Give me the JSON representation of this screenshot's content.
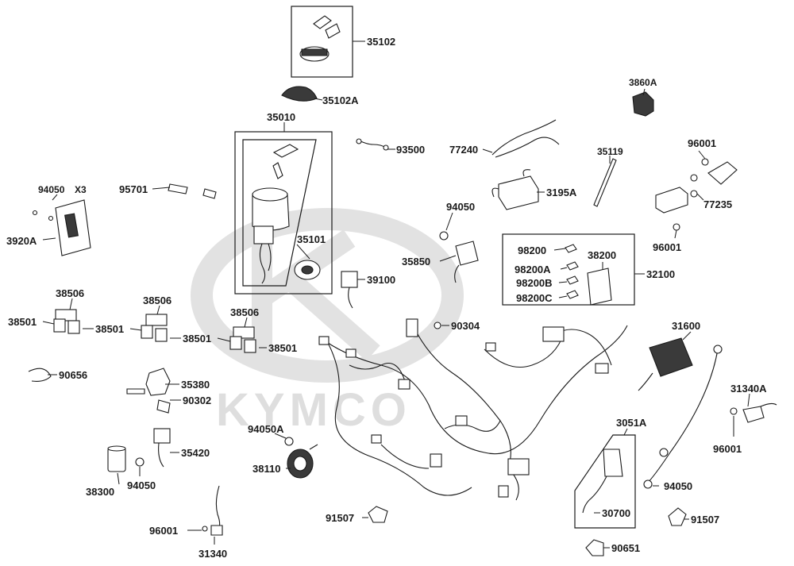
{
  "watermark": {
    "brand_text": "KYMCO"
  },
  "labels": {
    "p35102": "35102",
    "p35102A": "35102A",
    "p3860A": "3860A",
    "p35010": "35010",
    "p93500": "93500",
    "p77240": "77240",
    "p35119": "35119",
    "p96001_a": "96001",
    "p94050x3": "94050",
    "x3": "X3",
    "p95701": "95701",
    "p3195A": "3195A",
    "p77235": "77235",
    "p3920A": "3920A",
    "p94050_a": "94050",
    "p96001_b": "96001",
    "p35101": "35101",
    "p35850": "35850",
    "p98200": "98200",
    "p38200": "38200",
    "p98200A": "98200A",
    "p32100": "32100",
    "p98200B": "98200B",
    "p98200C": "98200C",
    "p39100": "39100",
    "p38506_a": "38506",
    "p38506_b": "38506",
    "p38506_c": "38506",
    "p38501_a": "38501",
    "p38501_b": "38501",
    "p38501_c": "38501",
    "p38501_d": "38501",
    "p90304": "90304",
    "p31600": "31600",
    "p90656": "90656",
    "p35380": "35380",
    "p90302": "90302",
    "p31340A": "31340A",
    "p3051A": "3051A",
    "p94050A": "94050A",
    "p96001_c": "96001",
    "p35420": "35420",
    "p38110": "38110",
    "p38300": "38300",
    "p94050_b": "94050",
    "p94050_c": "94050",
    "p30700": "30700",
    "p91507_a": "91507",
    "p91507_b": "91507",
    "p96001_d": "96001",
    "p90651": "90651",
    "p31340": "31340"
  }
}
